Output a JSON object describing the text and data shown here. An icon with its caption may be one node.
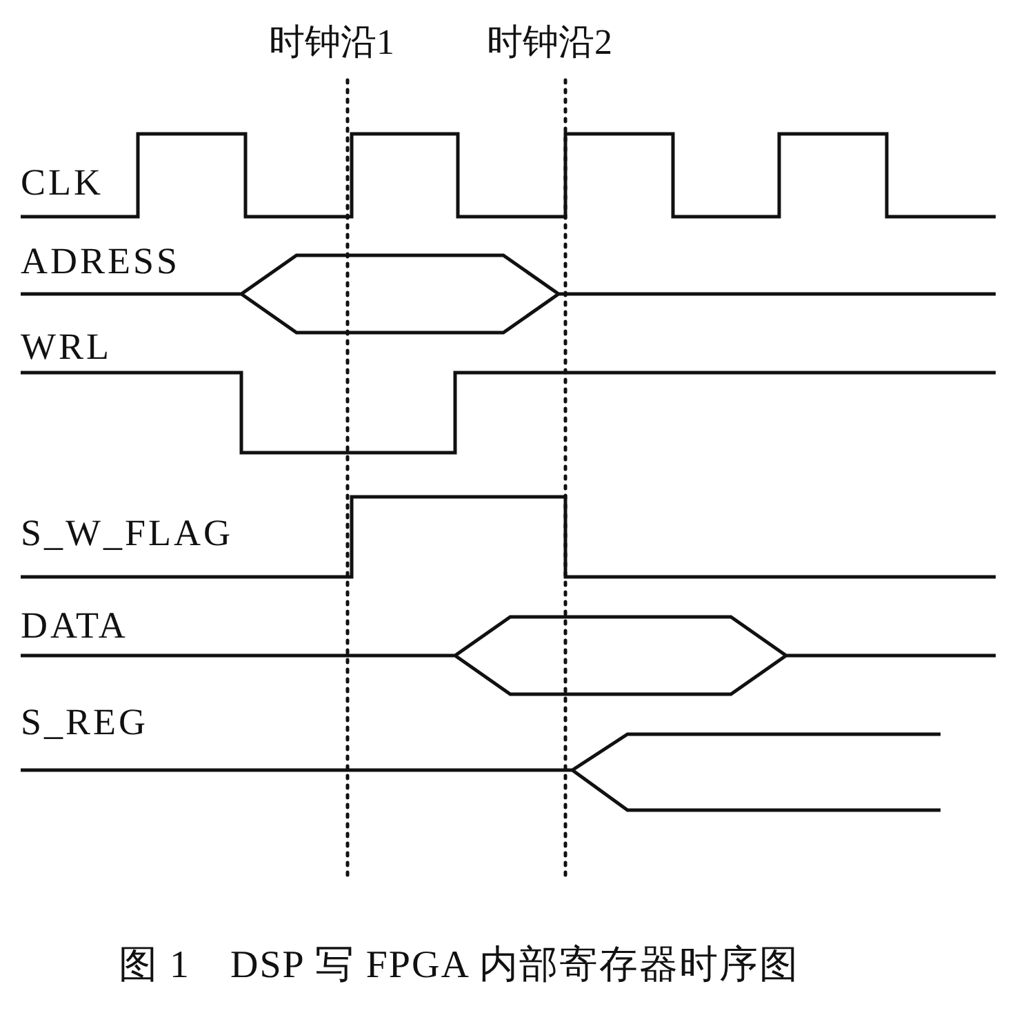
{
  "diagram": {
    "caption": "图 1　DSP 写 FPGA 内部寄存器时序图",
    "labels": [
      "时钟沿1",
      "时钟沿2",
      "CLK",
      "ADRESS",
      "WRL",
      "S_W_FLAG",
      "DATA",
      "S_REG"
    ]
  }
}
